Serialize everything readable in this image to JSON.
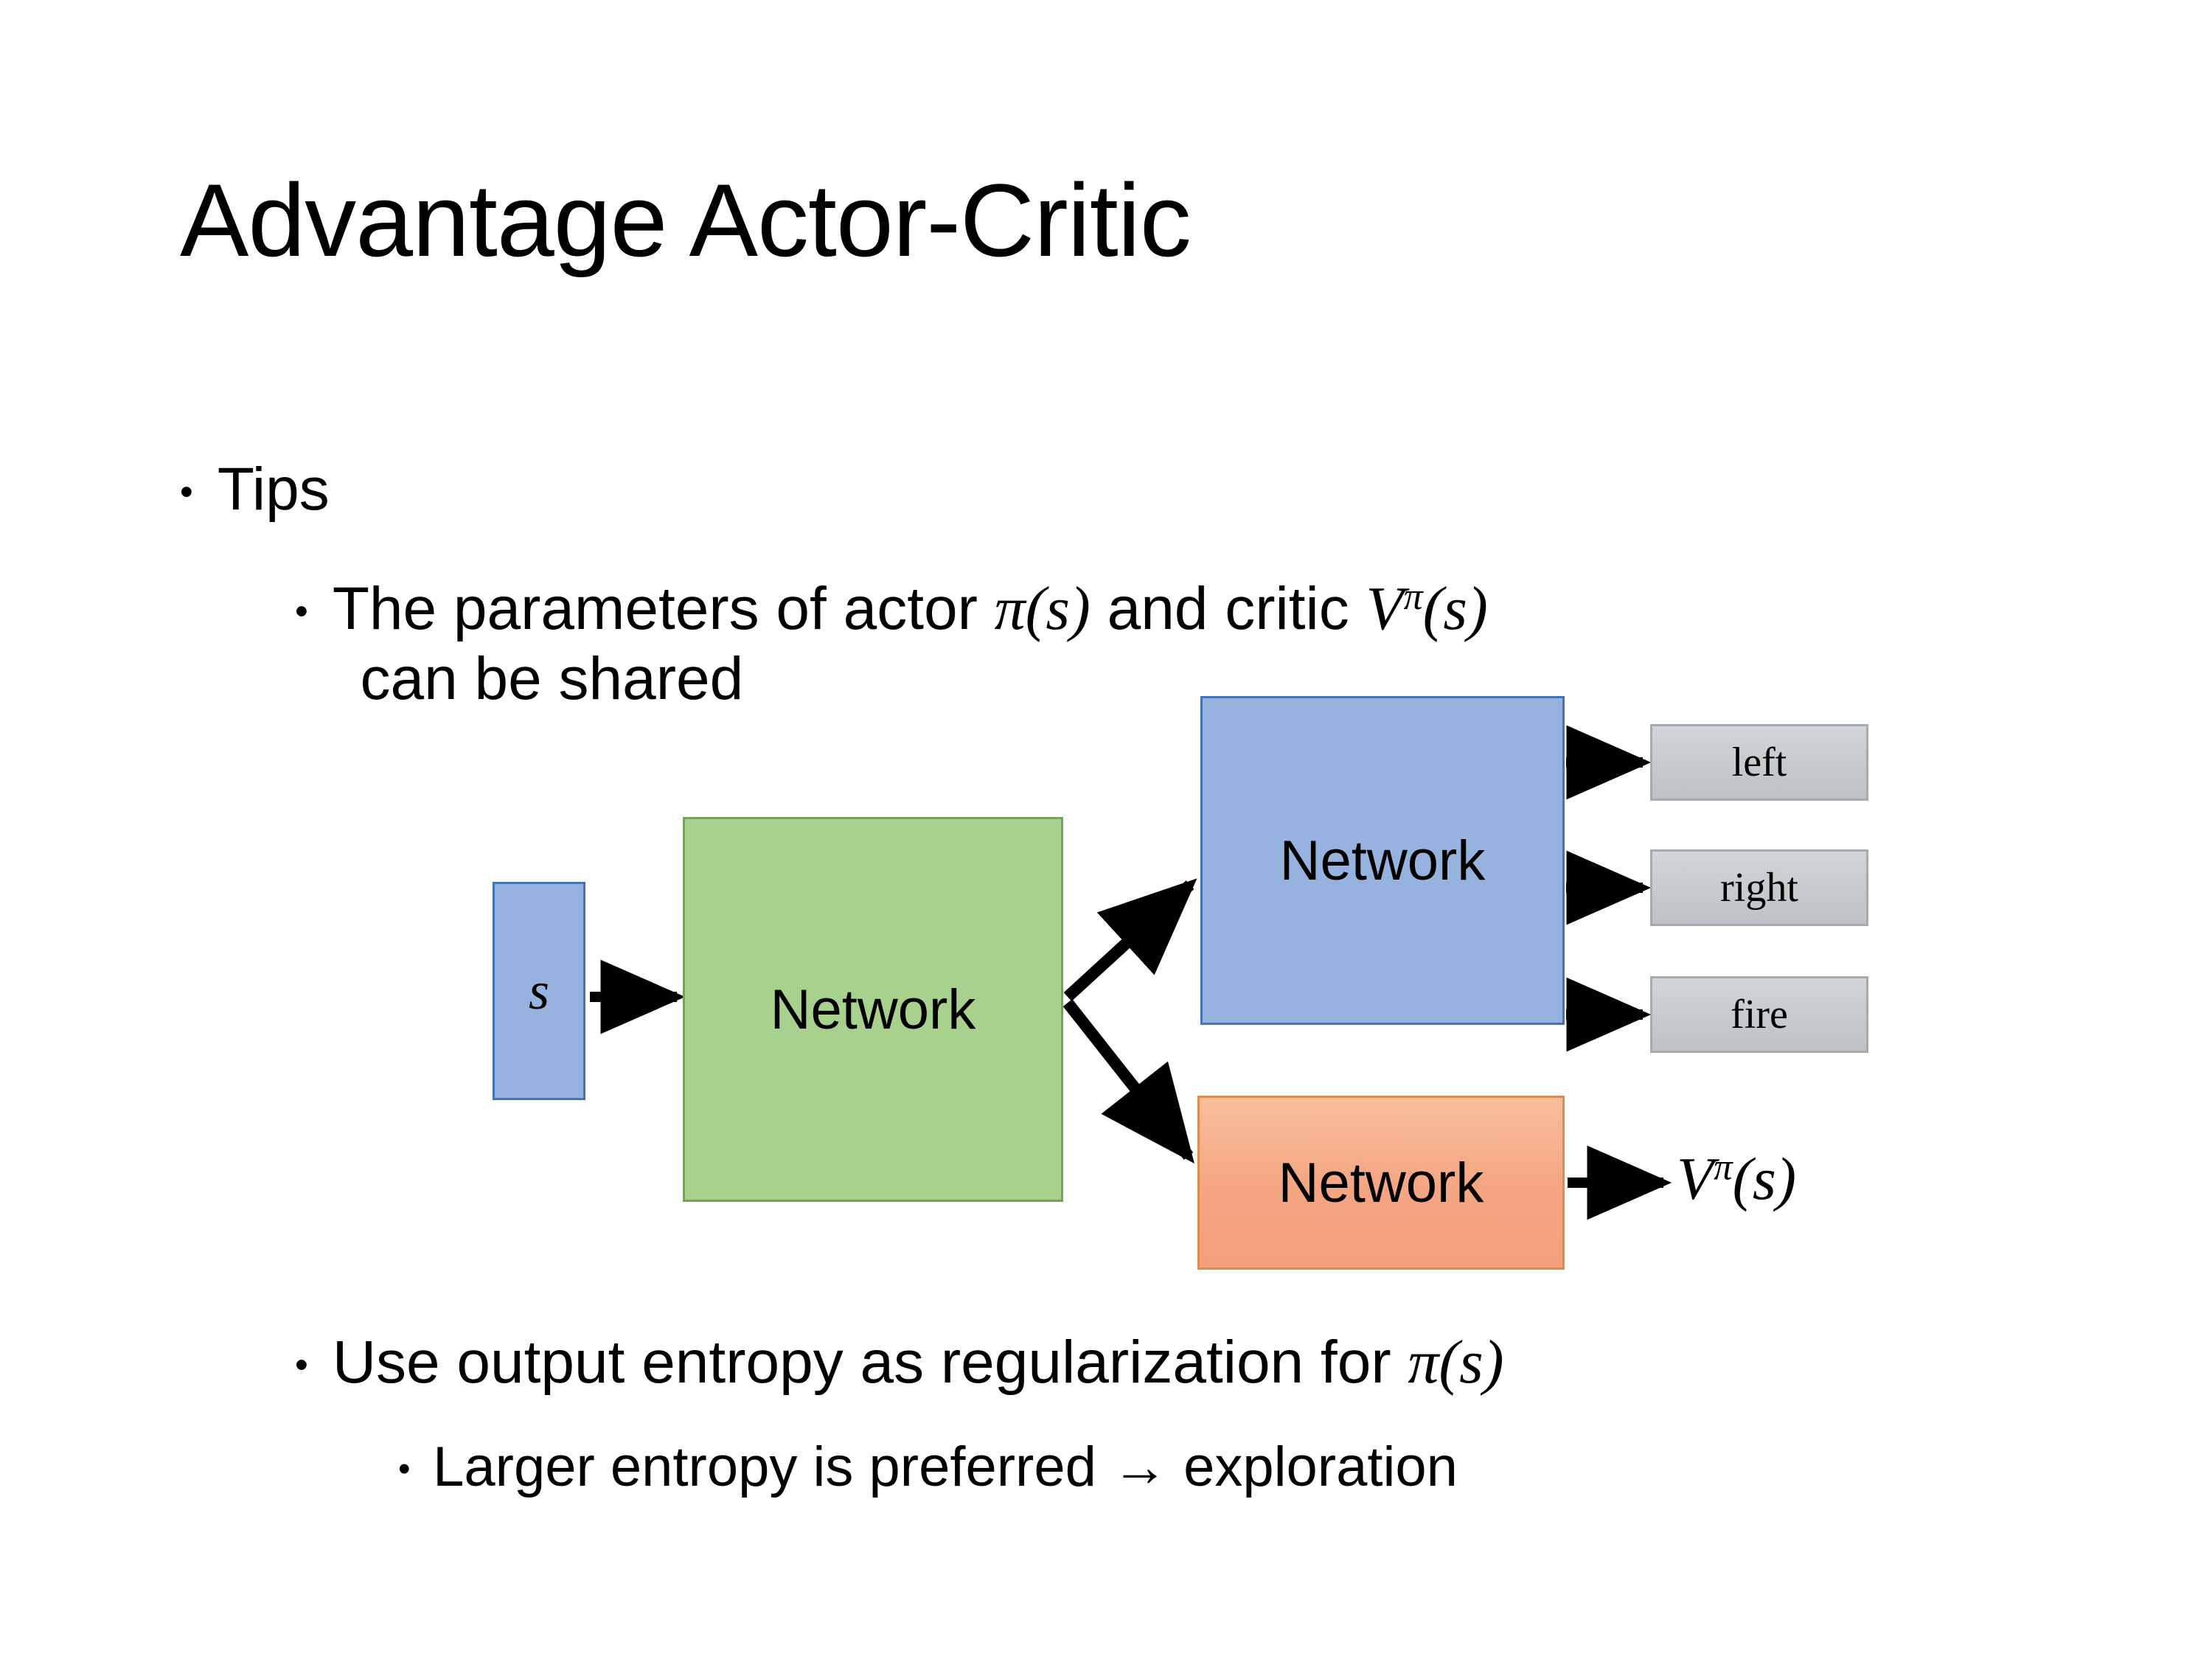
{
  "slide": {
    "title": "Advantage Actor-Critic",
    "background_color": "#FFFFFF"
  },
  "bullets": {
    "level1_tips": "Tips",
    "level2_shared_line1_prefix": "The parameters of actor ",
    "level2_shared_math1": "π(s)",
    "level2_shared_mid": "  and critic ",
    "level2_shared_math2_base": "V",
    "level2_shared_math2_sup": "π",
    "level2_shared_math2_arg": "(s)",
    "level2_shared_line2": "can be shared",
    "level2_entropy_prefix": "Use output entropy as regularization for ",
    "level2_entropy_math": "π(s)",
    "level3_exploration": "Larger entropy is preferred → exploration"
  },
  "diagram": {
    "input_box": {
      "label": "s",
      "fill": "#95B3DE",
      "stroke": "#4472B8"
    },
    "shared_network": {
      "label": "Network",
      "fill": "#A9D18E",
      "stroke": "#76A35A"
    },
    "actor_network": {
      "label": "Network",
      "fill": "#95B3DE",
      "stroke": "#4472B8"
    },
    "critic_network": {
      "label": "Network",
      "fill": "#F4A582",
      "stroke": "#E08A4C"
    },
    "actions": [
      {
        "label": "left",
        "fill": "#C9CDD0",
        "stroke": "#A6ABAE"
      },
      {
        "label": "right",
        "fill": "#C9CDD0",
        "stroke": "#A6ABAE"
      },
      {
        "label": "fire",
        "fill": "#C9CDD0",
        "stroke": "#A6ABAE"
      }
    ],
    "critic_output": {
      "base": "V",
      "sup": "π",
      "arg": "(s)"
    },
    "arrow_color": "#000000"
  }
}
